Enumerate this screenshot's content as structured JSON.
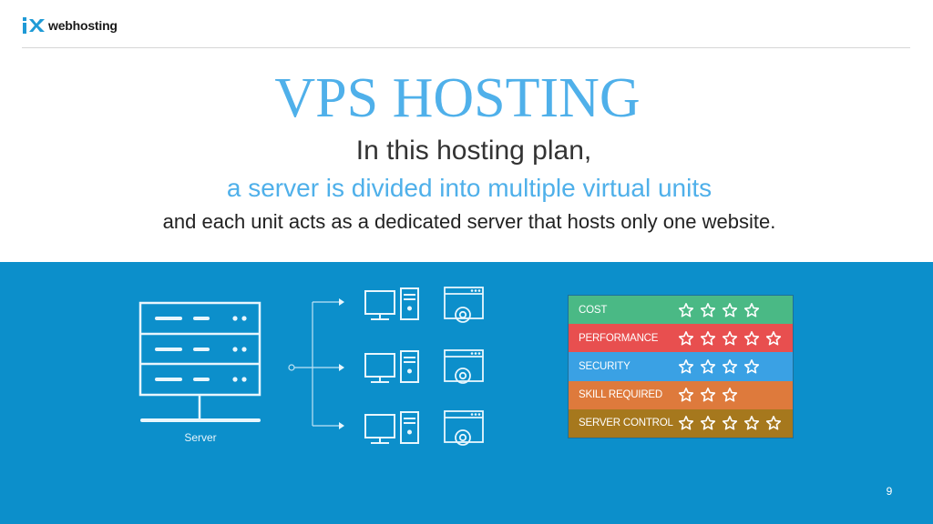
{
  "logo": {
    "brand": "webhosting",
    "mark_text": "iX",
    "mark_color": "#1f9ad6"
  },
  "slide": {
    "title": "VPS HOSTING",
    "line1": "In this hosting plan,",
    "line2": "a server is divided into multiple virtual units",
    "line3": "and each unit acts as a dedicated server that hosts only one website."
  },
  "diagram": {
    "server_label": "Server",
    "units": [
      {
        "computer": "computer-icon",
        "window": "settings-window-icon"
      },
      {
        "computer": "computer-icon",
        "window": "settings-window-icon"
      },
      {
        "computer": "computer-icon",
        "window": "settings-window-icon"
      }
    ]
  },
  "ratings": [
    {
      "label": "COST",
      "stars": 4,
      "color": "#4ab985"
    },
    {
      "label": "PERFORMANCE",
      "stars": 5,
      "color": "#e84f4f"
    },
    {
      "label": "SECURITY",
      "stars": 4,
      "color": "#3aa1e4"
    },
    {
      "label": "SKILL REQUIRED",
      "stars": 3,
      "color": "#de7a3c"
    },
    {
      "label": "SERVER CONTROL",
      "stars": 5,
      "color": "#a6781d"
    }
  ],
  "page_number": "9",
  "colors": {
    "accent": "#4fb0ea",
    "band": "#0c8fcb"
  }
}
